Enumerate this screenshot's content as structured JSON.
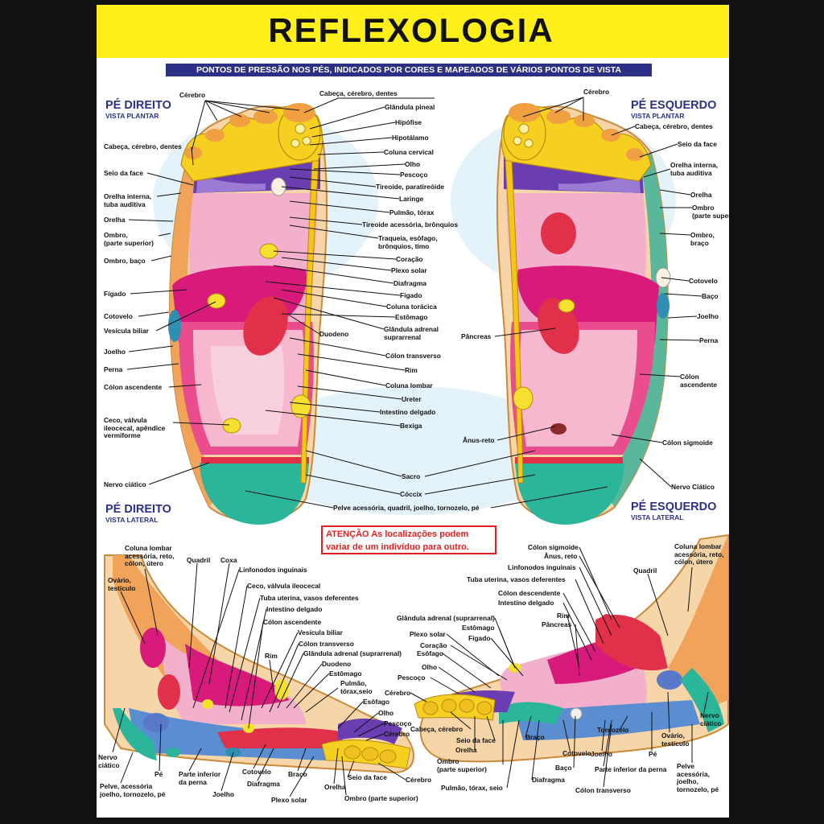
{
  "poster": {
    "title": "REFLEXOLOGIA",
    "subtitle": "PONTOS DE PRESSÃO NOS PÉS, INDICADOS POR CORES E MAPEADOS DE VÁRIOS PONTOS DE VISTA",
    "warning": "ATENÇÃO   As localizações podem\nvariar de um indivíduo para outro."
  },
  "colors": {
    "frame": "#111111",
    "title_band": "#ffef1a",
    "subtitle_band": "#2c2f86",
    "heading": "#2c3286",
    "warning": "#e02020",
    "toes": "#f5d020",
    "toe_tips": "#f0a040",
    "purple": "#6a3db0",
    "pink": "#f0a8c8",
    "magenta": "#d81b7a",
    "red": "#e0304a",
    "orange": "#f0a050",
    "teal": "#2ab39a",
    "blue": "#5a8ed0",
    "spine": "#f5c518"
  },
  "views": {
    "right_plantar": {
      "name": "PÉ DIREITO",
      "view": "VISTA PLANTAR"
    },
    "left_plantar": {
      "name": "PÉ ESQUERDO",
      "view": "VISTA PLANTAR"
    },
    "right_lateral": {
      "name": "PÉ DIREITO",
      "view": "VISTA LATERAL"
    },
    "left_lateral": {
      "name": "PÉ ESQUERDO",
      "view": "VISTA LATERAL"
    }
  },
  "labels": {
    "rp": [
      "Cérebro",
      "Cabeça, cérebro, dentes",
      "Seio da face",
      "Orelha interna,\ntuba auditiva",
      "Orelha",
      "Ombro,\n(parte superior)",
      "Ombro, baço",
      "Fígado",
      "Cotovelo",
      "Vesícula biliar",
      "Joelho",
      "Perna",
      "Cólon ascendente",
      "Ceco, válvula\nileocecal, apêndice\nvermiforme",
      "Nervo ciático"
    ],
    "center": [
      "Cabeça, cérebro, dentes",
      "Glândula pineal",
      "Hipófise",
      "Hipotálamo",
      "Coluna cervical",
      "Olho",
      "Pescoço",
      "Tireoide, paratireóide",
      "Laringe",
      "Pulmão, tórax",
      "Tireoide acessória, brônquios",
      "Traqueia, esôfago,\nbrônquios, timo",
      "Coração",
      "Plexo solar",
      "Diafragma",
      "Fígado",
      "Coluna torácica",
      "Estômago",
      "Glândula adrenal\nsuprarrenal",
      "Duodeno",
      "Pâncreas",
      "Cólon transverso",
      "Rim",
      "Coluna lombar",
      "Ureter",
      "Intestino delgado",
      "Bexiga",
      "Ânus-reto",
      "Sacro",
      "Cóccix",
      "Pelve acessória, quadril, joelho, tornozelo, pé"
    ],
    "lp": [
      "Cérebro",
      "Cabeça, cérebro, dentes",
      "Seio da face",
      "Orelha interna,\ntuba auditiva",
      "Orelha",
      "Ombro\n(parte superior)",
      "Ombro,\nbraço",
      "Cotovelo",
      "Baço",
      "Joelho",
      "Perna",
      "Cólon\nascendente",
      "Cólon sigmoide",
      "Nervo Ciático"
    ],
    "rl": [
      "Coluna lombar\nacessória, reto,\ncólon, útero",
      "Quadril",
      "Coxa",
      "Ovário,\ntestículo",
      "Linfonodos inguinais",
      "Ceco, válvula ileocecal",
      "Tuba uterina, vasos deferentes",
      "Intestino delgado",
      "Cólon ascendente",
      "Vesícula biliar",
      "Cólon transverso",
      "Glândula adrenal (suprarrenal)",
      "Rim",
      "Duodeno",
      "Estômago",
      "Pulmão,\ntórax,seio",
      "Esôfago",
      "Olho",
      "Pescoço",
      "Cérebro",
      "Nervo\nciático",
      "Pé",
      "Pelve, acessória\njoelho, tornozelo, pé",
      "Parte inferior\nda perna",
      "Joelho",
      "Cotovelo",
      "Diafragma",
      "Braço",
      "Plexo solar",
      "Orelha",
      "Ombro (parte superior)",
      "Seio da face",
      "Cérebro"
    ],
    "ll": [
      "Cólon sigmoide",
      "Ânus, reto",
      "Linfonodos inguinais",
      "Tuba uterina, vasos deferentes",
      "Cólon descendente",
      "Intestino delgado",
      "Coluna lombar\nacessória, reto,\ncólon, útero",
      "Quadril",
      "Glândula adrenal (suprarrenal)",
      "Rim",
      "Pâncreas",
      "Estômago",
      "Plexo solar",
      "Fígado",
      "Coração",
      "Esôfago",
      "Olho",
      "Pescoço",
      "Cérebro",
      "Cabeça, cérebro",
      "Orelha",
      "Seio da face",
      "Ombro\n(parte superior)",
      "Pulmão, tórax, seio",
      "Braço",
      "Cotovelo",
      "Baço",
      "Diafragma",
      "Parte inferior da perna",
      "Joelho",
      "Tornozelo",
      "Cólon transverso",
      "Pé",
      "Ovário,\ntestículo",
      "Nervo\nciático",
      "Pelve\nacessória,\njoelho,\ntornozelo, pé"
    ]
  }
}
